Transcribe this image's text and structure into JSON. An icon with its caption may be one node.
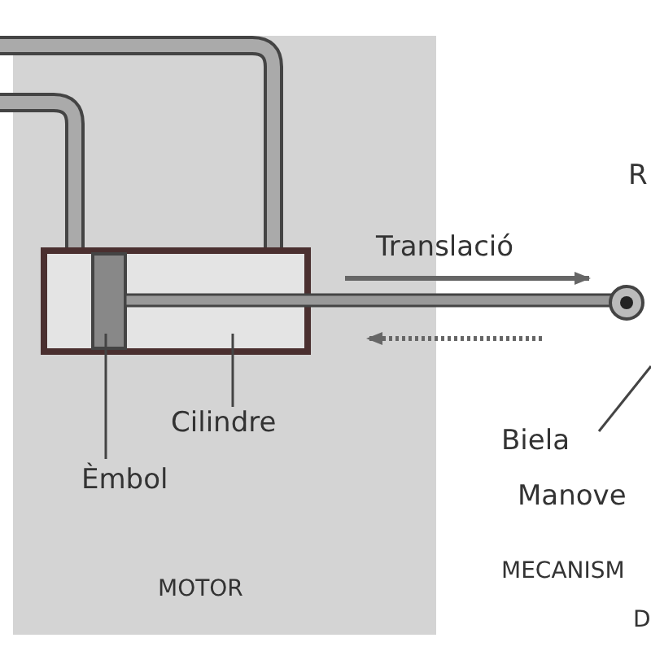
{
  "diagram": {
    "nodes": [
      {
        "text": [],
        "shape": "box"
      },
      {
        "text": [],
        "shape": "box",
        "in": 0
      },
      {
        "text": [
          "Cilindre"
        ]
      },
      {
        "text": [
          "Èmbol"
        ]
      },
      {
        "text": [
          "Biela"
        ]
      }
    ],
    "edges": [
      {
        "from": 2,
        "to": 0,
        "arrow": "none"
      },
      {
        "from": 3,
        "to": 1,
        "arrow": "none"
      },
      {
        "from": 4,
        "to": null,
        "arrow": "none"
      }
    ],
    "labels": [
      "R",
      "Translació",
      "Manove",
      "MOTOR",
      "MECANISM",
      "D"
    ]
  }
}
